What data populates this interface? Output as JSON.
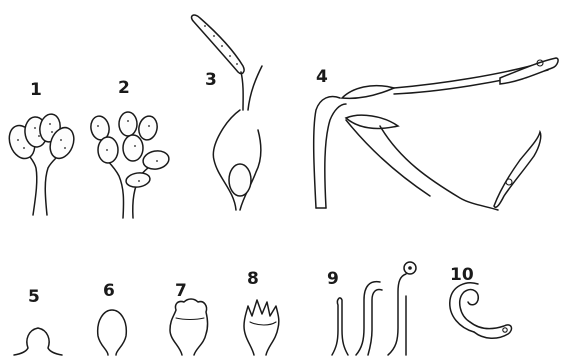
{
  "figure_labels": [
    "1",
    "2",
    "3",
    "4",
    "5",
    "6",
    "7",
    "8",
    "9",
    "10"
  ],
  "ink_color": "#1a1a1a",
  "paper_color": "#ffffff"
}
